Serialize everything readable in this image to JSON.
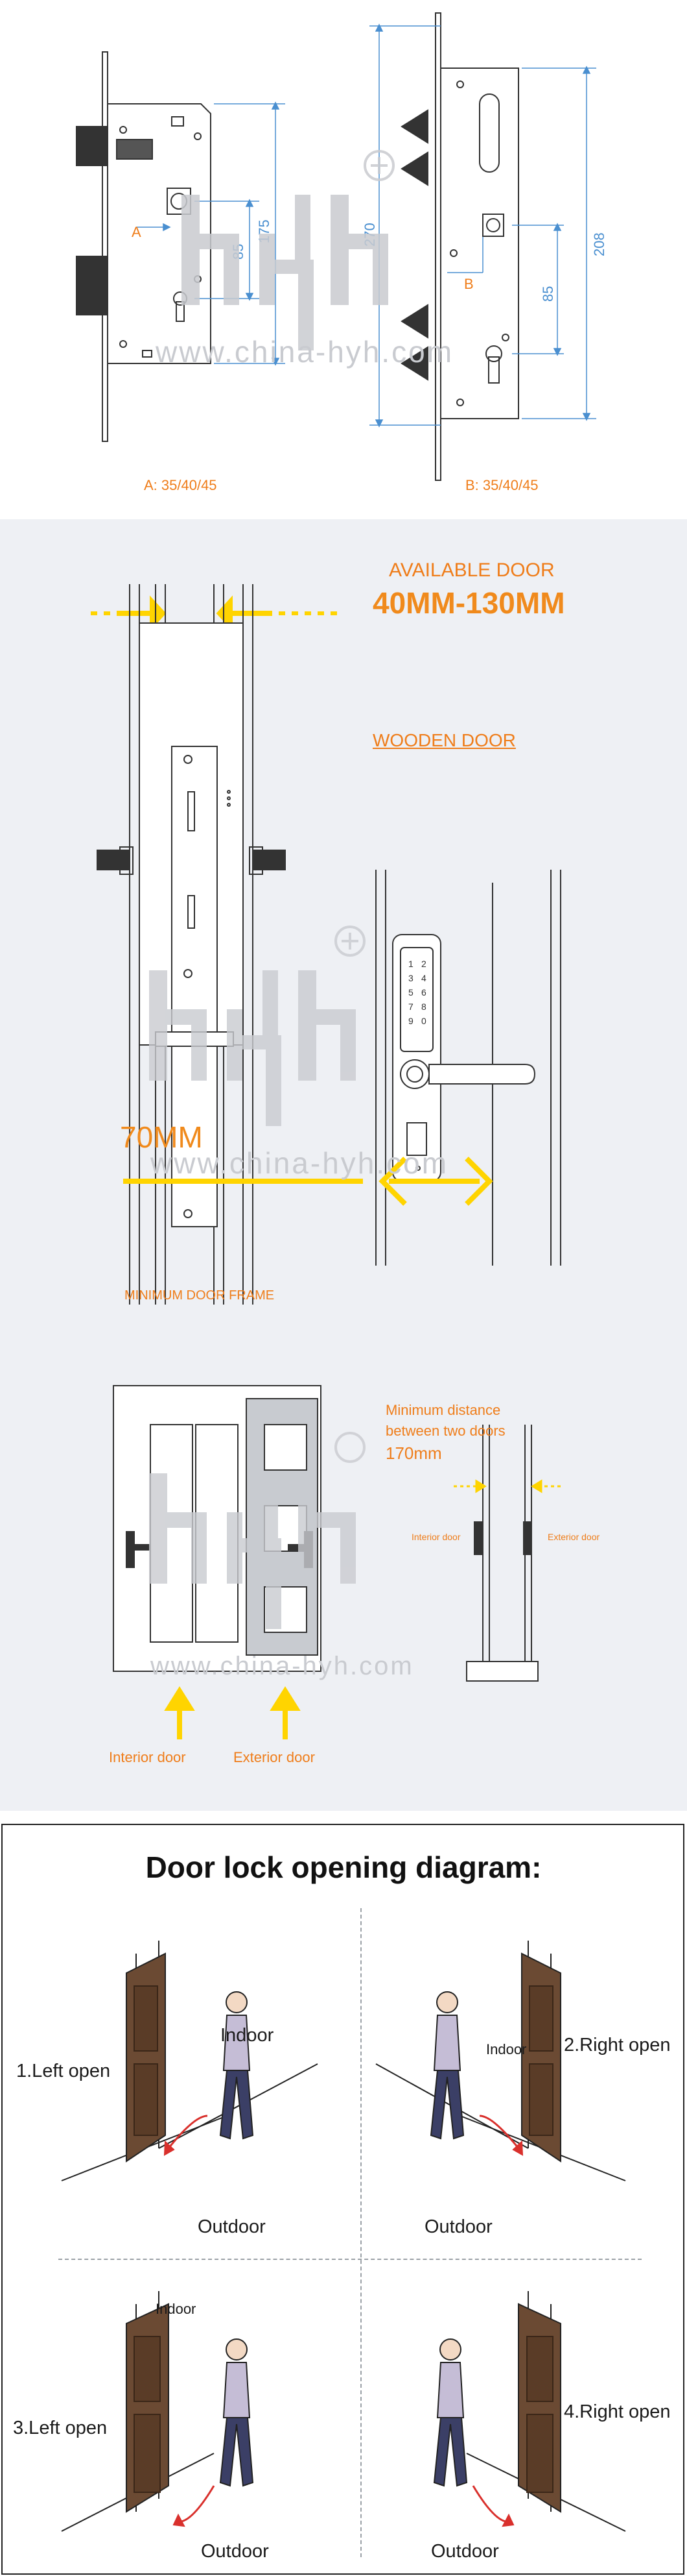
{
  "lock_dimensions": {
    "left_label": "A: 35/40/45",
    "right_label": "B: 35/40/45",
    "left_marker": "A",
    "right_marker": "B",
    "left_dims": [
      "85",
      "175"
    ],
    "right_dims": [
      "270",
      "208",
      "85"
    ],
    "watermark": "www.china-hyh.com",
    "logo": "hyh"
  },
  "door_install": {
    "available_title": "AVAILABLE DOOR",
    "available_range": "40MM-130MM",
    "wooden_door": "WOODEN DOOR",
    "min_frame_value": "70MM",
    "min_frame_label": "MINIMUM DOOR FRAME",
    "min_distance_line1": "Minimum distance",
    "min_distance_line2": "between two doors",
    "min_distance_value": "170mm",
    "interior_small": "Interior door",
    "exterior_small": "Exterior door",
    "interior_label": "Interior door",
    "exterior_label": "Exterior door",
    "keypad_keys": [
      "1",
      "2",
      "3",
      "4",
      "5",
      "6",
      "7",
      "8",
      "9",
      "0"
    ],
    "watermark": "www.china-hyh.com",
    "logo": "hyh"
  },
  "opening": {
    "title": "Door lock opening diagram:",
    "q1_label": "1.Left open",
    "q2_label": "2.Right open",
    "q3_label": "3.Left open",
    "q4_label": "4.Right open",
    "indoor": "Indoor",
    "outdoor": "Outdoor"
  },
  "colors": {
    "orange": "#ef7d1a",
    "yellow": "#ffd400",
    "blue_dim": "#4a8fd0",
    "door_brown": "#6b4a33",
    "panel_bg": "#eef0f4"
  }
}
